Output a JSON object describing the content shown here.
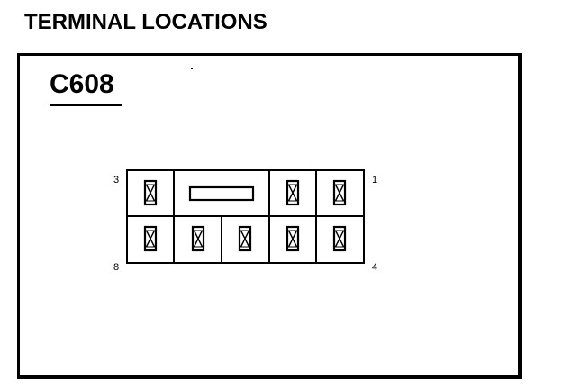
{
  "title": "TERMINAL LOCATIONS",
  "connector": {
    "id": "C608",
    "pin_labels": {
      "top_left": "3",
      "top_right": "1",
      "bottom_left": "8",
      "bottom_right": "4"
    },
    "top_row": [
      "cavity",
      "key",
      "cavity",
      "cavity"
    ],
    "bottom_row": [
      "cavity",
      "cavity",
      "cavity",
      "cavity",
      "cavity"
    ]
  }
}
